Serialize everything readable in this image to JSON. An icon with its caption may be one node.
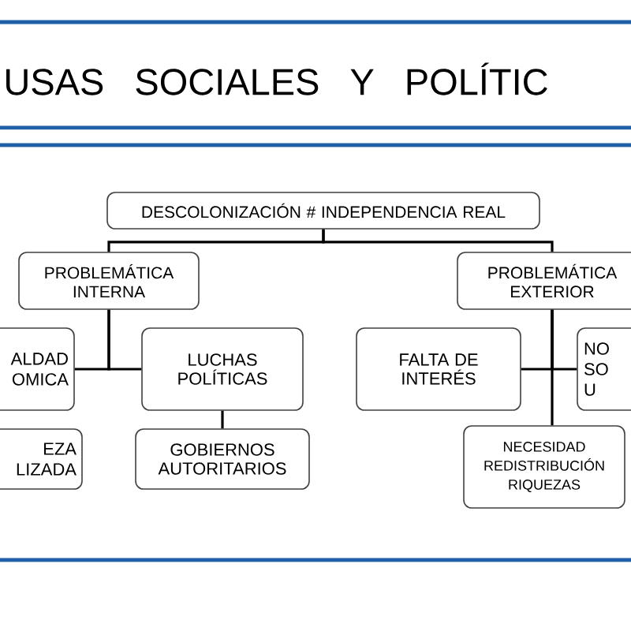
{
  "diagram": {
    "title": "USAS SOCIALES Y POLÍTIC",
    "nodes": [
      {
        "text": [
          "DESCOLONIZACIÓN # INDEPENDENCIA REAL"
        ]
      },
      {
        "text": [
          "PROBLEMÁTICA INTERNA"
        ]
      },
      {
        "text": [
          "PROBLEMÁTICA EXTERIOR"
        ]
      },
      {
        "text": [
          "ALDAD OMICA"
        ]
      },
      {
        "text": [
          "LUCHAS POLÍTICAS"
        ]
      },
      {
        "text": [
          "EZA LIZADA"
        ]
      },
      {
        "text": [
          "GOBIERNOS AUTORITARIOS"
        ]
      },
      {
        "text": [
          "FALTA DE INTERÉS"
        ]
      },
      {
        "text": [
          "NO SO U"
        ]
      },
      {
        "text": [
          "NECESIDAD REDISTRIBUCIÓN RIQUEZAS"
        ]
      }
    ],
    "edges": [
      {
        "from": 0,
        "to": 1,
        "arrow": "none"
      },
      {
        "from": 0,
        "to": 2,
        "arrow": "none"
      },
      {
        "from": 1,
        "to": 3,
        "arrow": "none"
      },
      {
        "from": 1,
        "to": 4,
        "arrow": "none"
      },
      {
        "from": 4,
        "to": 6,
        "arrow": "none"
      },
      {
        "from": 2,
        "to": 7,
        "arrow": "none"
      },
      {
        "from": 2,
        "to": 8,
        "arrow": "none"
      },
      {
        "from": 2,
        "to": 9,
        "arrow": "none"
      }
    ]
  }
}
